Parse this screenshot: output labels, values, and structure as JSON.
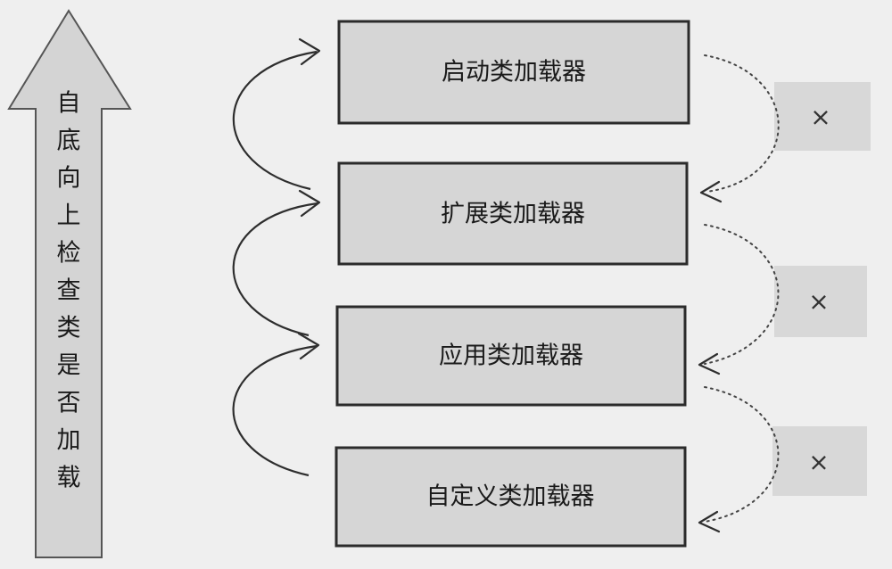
{
  "side_arrow": {
    "chars": [
      "自",
      "底",
      "向",
      "上",
      "检",
      "查",
      "类",
      "是",
      "否",
      "加",
      "载"
    ]
  },
  "loaders": [
    {
      "label": "启动类加载器"
    },
    {
      "label": "扩展类加载器"
    },
    {
      "label": "应用类加载器"
    },
    {
      "label": "自定义类加载器"
    }
  ],
  "rejections": [
    {
      "mark": "×"
    },
    {
      "mark": "×"
    },
    {
      "mark": "×"
    }
  ],
  "colors": {
    "background": "#efefef",
    "box_fill": "#d6d6d6",
    "box_border": "#2b2b2b",
    "arrow_fill": "#d4d4d4"
  }
}
